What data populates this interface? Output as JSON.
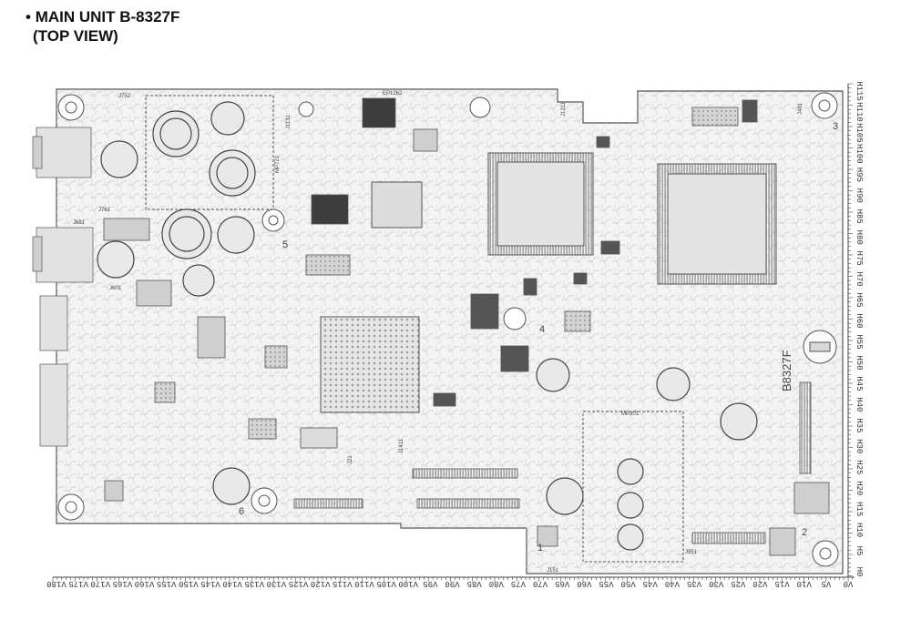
{
  "header": {
    "title": "MAIN UNIT B-8327F",
    "subtitle": "(TOP VIEW)"
  },
  "board": {
    "model_label": "B8327F",
    "corner_numbers": [
      "1",
      "2",
      "3",
      "4",
      "5",
      "6"
    ],
    "ref_labels": [
      "J752",
      "J761",
      "J691",
      "J601",
      "EP1262",
      "J1211",
      "J1131",
      "J1411",
      "J21",
      "J481",
      "MP721",
      "MP301",
      "J951",
      "J151"
    ],
    "colors": {
      "board": "#f3f3f3",
      "trace": "#b8b8b8",
      "outline": "#555555",
      "chip": "#9a9a9a"
    }
  },
  "scale": {
    "v_labels": [
      "V180",
      "V175",
      "V170",
      "V165",
      "V160",
      "V155",
      "V150",
      "V145",
      "V140",
      "V135",
      "V130",
      "V125",
      "V120",
      "V115",
      "V110",
      "V105",
      "V100",
      "V95",
      "V90",
      "V85",
      "V80",
      "V75",
      "V70",
      "V65",
      "V60",
      "V55",
      "V50",
      "V45",
      "V40",
      "V35",
      "V30",
      "V25",
      "V20",
      "V15",
      "V10",
      "V5",
      "V0"
    ],
    "h_labels": [
      "H115",
      "H110",
      "H105",
      "H100",
      "H95",
      "H90",
      "H85",
      "H80",
      "H75",
      "H70",
      "H65",
      "H60",
      "H55",
      "H50",
      "H45",
      "H40",
      "H35",
      "H30",
      "H25",
      "H20",
      "H15",
      "H10",
      "H5",
      "H0"
    ]
  }
}
